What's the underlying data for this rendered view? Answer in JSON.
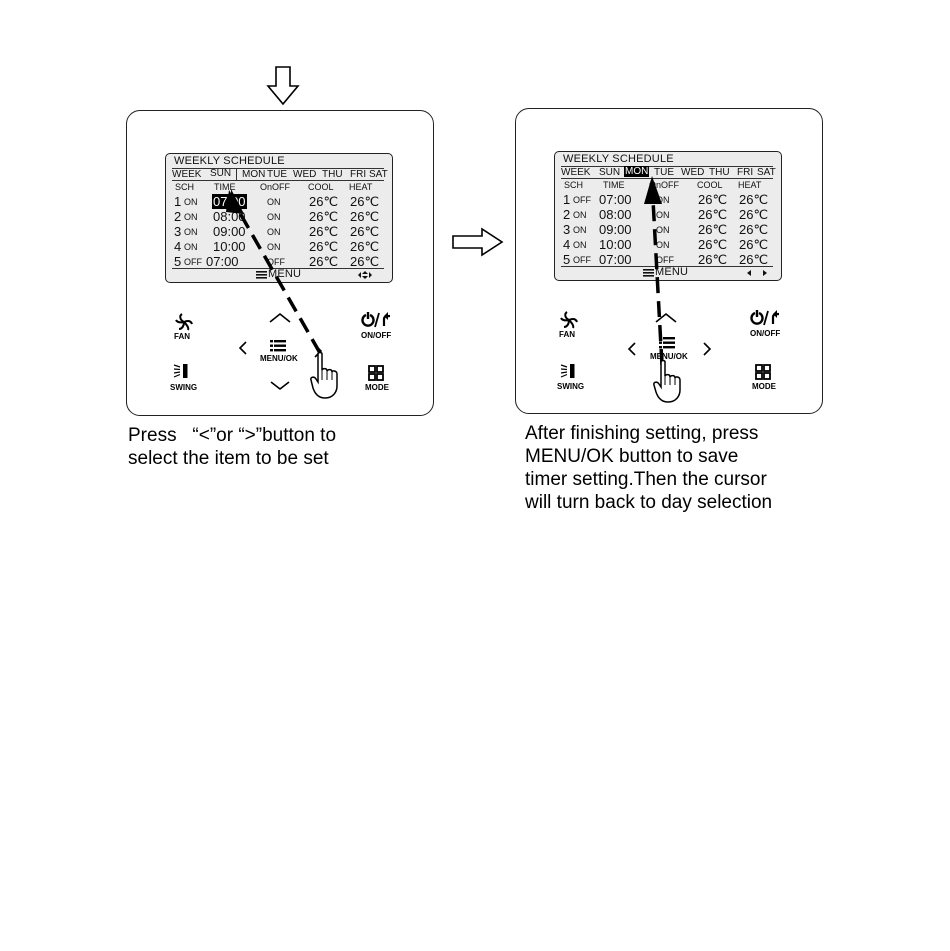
{
  "lcd": {
    "title": "WEEKLY SCHEDULE",
    "days_label": "WEEK",
    "days": [
      "SUN",
      "MON",
      "TUE",
      "WED",
      "THU",
      "FRI",
      "SAT"
    ],
    "columns": [
      "SCH",
      "TIME",
      "OnOFF",
      "COOL",
      "HEAT"
    ],
    "menu_label": "MENU"
  },
  "left_panel": {
    "rows": [
      {
        "sch": "1",
        "state": "ON",
        "time": "07:00",
        "onoff": "ON",
        "cool": "26℃",
        "heat": "26℃"
      },
      {
        "sch": "2",
        "state": "ON",
        "time": "08:00",
        "onoff": "ON",
        "cool": "26℃",
        "heat": "26℃"
      },
      {
        "sch": "3",
        "state": "ON",
        "time": "09:00",
        "onoff": "ON",
        "cool": "26℃",
        "heat": "26℃"
      },
      {
        "sch": "4",
        "state": "ON",
        "time": "10:00",
        "onoff": "ON",
        "cool": "26℃",
        "heat": "26℃"
      },
      {
        "sch": "5",
        "state": "OFF",
        "time": "07:00",
        "onoff": "OFF",
        "cool": "26℃",
        "heat": "26℃"
      }
    ],
    "caption": "Press   “<”or “>”button to\nselect the item to be set"
  },
  "right_panel": {
    "rows": [
      {
        "sch": "1",
        "state": "OFF",
        "time": "07:00",
        "onoff": "ON",
        "cool": "26℃",
        "heat": "26℃"
      },
      {
        "sch": "2",
        "state": "ON",
        "time": "08:00",
        "onoff": "ON",
        "cool": "26℃",
        "heat": "26℃"
      },
      {
        "sch": "3",
        "state": "ON",
        "time": "09:00",
        "onoff": "ON",
        "cool": "26℃",
        "heat": "26℃"
      },
      {
        "sch": "4",
        "state": "ON",
        "time": "10:00",
        "onoff": "ON",
        "cool": "26℃",
        "heat": "26℃"
      },
      {
        "sch": "5",
        "state": "OFF",
        "time": "07:00",
        "onoff": "OFF",
        "cool": "26℃",
        "heat": "26℃"
      }
    ],
    "caption": "After finishing setting, press\nMENU/OK button to save\ntimer setting.Then the cursor\nwill turn back to day selection"
  },
  "buttons": {
    "fan": "FAN",
    "on_off": "ON/OFF",
    "menu_ok": "MENU/OK",
    "swing": "SWING",
    "mode": "MODE"
  },
  "icons": [
    "down-arrow-icon",
    "right-arrow-icon",
    "fan-icon",
    "power-back-icon",
    "swing-icon",
    "mode-icon",
    "menu-icon",
    "chevron-up-icon",
    "chevron-down-icon",
    "chevron-left-icon",
    "chevron-right-icon",
    "pointing-hand-icon",
    "up-down-indicator-icon",
    "left-right-indicator-icon"
  ]
}
